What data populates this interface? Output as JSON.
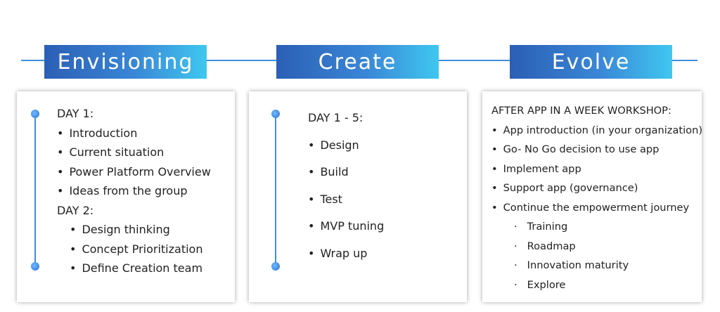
{
  "phases": [
    {
      "title": "Envisioning",
      "lines": [
        {
          "text": "DAY 1:",
          "type": "heading"
        },
        {
          "text": "Introduction",
          "type": "bullet"
        },
        {
          "text": "Current situation",
          "type": "bullet"
        },
        {
          "text": "Power Platform Overview",
          "type": "bullet"
        },
        {
          "text": "Ideas from the group",
          "type": "bullet"
        },
        {
          "text": "DAY 2:",
          "type": "heading"
        },
        {
          "text": "Design thinking",
          "type": "bullet-indent"
        },
        {
          "text": "Concept Prioritization",
          "type": "bullet-indent"
        },
        {
          "text": "Define Creation team",
          "type": "bullet-indent"
        }
      ]
    },
    {
      "title": "Create",
      "lines": [
        {
          "text": "DAY 1 - 5:",
          "type": "heading"
        },
        {
          "text": "Design",
          "type": "bullet"
        },
        {
          "text": "Build",
          "type": "bullet"
        },
        {
          "text": "Test",
          "type": "bullet"
        },
        {
          "text": "MVP tuning",
          "type": "bullet"
        },
        {
          "text": "Wrap up",
          "type": "bullet"
        }
      ]
    },
    {
      "title": "Evolve",
      "lines": [
        {
          "text": "AFTER APP IN A WEEK WORKSHOP:",
          "type": "heading"
        },
        {
          "text": "App introduction (in your organization)",
          "type": "bullet"
        },
        {
          "text": "Go- No Go decision to use app",
          "type": "bullet"
        },
        {
          "text": "Implement app",
          "type": "bullet"
        },
        {
          "text": "Support app (governance)",
          "type": "bullet"
        },
        {
          "text": "Continue the empowerment journey",
          "type": "bullet"
        },
        {
          "text": "Training",
          "type": "sub"
        },
        {
          "text": "Roadmap",
          "type": "sub"
        },
        {
          "text": "Innovation maturity",
          "type": "sub"
        },
        {
          "text": "Explore",
          "type": "sub"
        }
      ]
    }
  ]
}
